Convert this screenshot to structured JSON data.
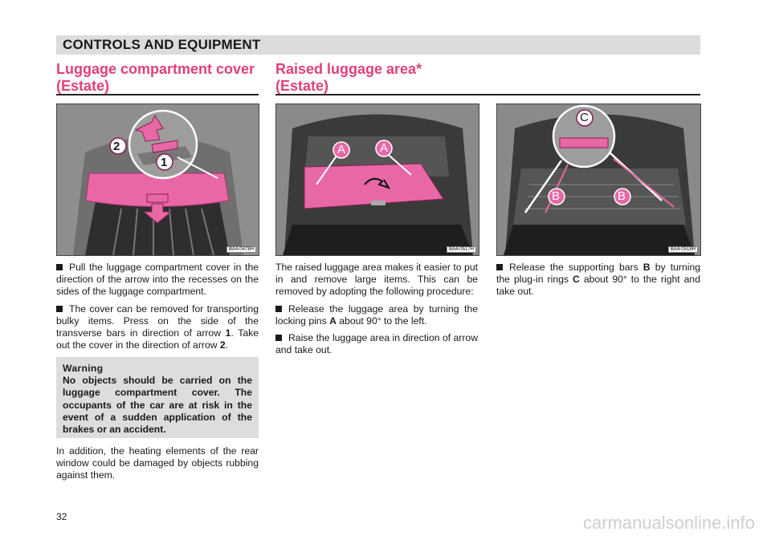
{
  "header": {
    "title": "CONTROLS AND EQUIPMENT"
  },
  "left_section": {
    "title_line1": "Luggage compartment cover",
    "title_line2": "(Estate)",
    "figure": {
      "code": "BA4-0478H",
      "labels": [
        "1",
        "2"
      ]
    },
    "bullet1": "Pull the luggage compartment cover in the direction of the arrow into the recesses on the sides of the luggage compartment.",
    "bullet2_part1": "The cover can be removed for transpor­ting bulky items. Press on the side of the transverse bars in direction of arrow ",
    "bullet2_bold1": "1",
    "bullet2_part2": ". Take out the cover in the direction of arrow ",
    "bullet2_bold2": "2",
    "bullet2_part3": ".",
    "warning": {
      "title": "Warning",
      "body": "No objects should be carried on the luggage compartment cover. The occupants of the car are at risk in the event of a sudden application of the brakes or an accident."
    },
    "after_warning": "In addition, the heating elements of the rear window could be damaged by objects rub­bing against them."
  },
  "right_section": {
    "title_line1": "Raised luggage area*",
    "title_line2": "(Estate)",
    "figure_a": {
      "code": "BA4-0517H",
      "labels": [
        "A",
        "A"
      ]
    },
    "figure_b": {
      "code": "BA4-0518H",
      "labels": [
        "C",
        "B",
        "B"
      ]
    },
    "intro": "The raised luggage area makes it easier to put in and remove large items. This can be removed by adopting the following pro­cedure:",
    "bullet1_part1": "Release the luggage area by turning the locking pins ",
    "bullet1_bold": "A",
    "bullet1_part2": " about 90° to the left.",
    "bullet2": "Raise the luggage area in direction of arrow and take out.",
    "col3_part1": "Release the supporting bars ",
    "col3_bold1": "B",
    "col3_part2": " by turn­ing the plug-in rings ",
    "col3_bold2": "C",
    "col3_part3": " about 90° to the right and take out."
  },
  "page_number": "32",
  "watermark": "carmanualsonline.info",
  "colors": {
    "accent": "#e0407a",
    "header_bg": "#dcdcdc",
    "warning_bg": "#dddddd"
  }
}
